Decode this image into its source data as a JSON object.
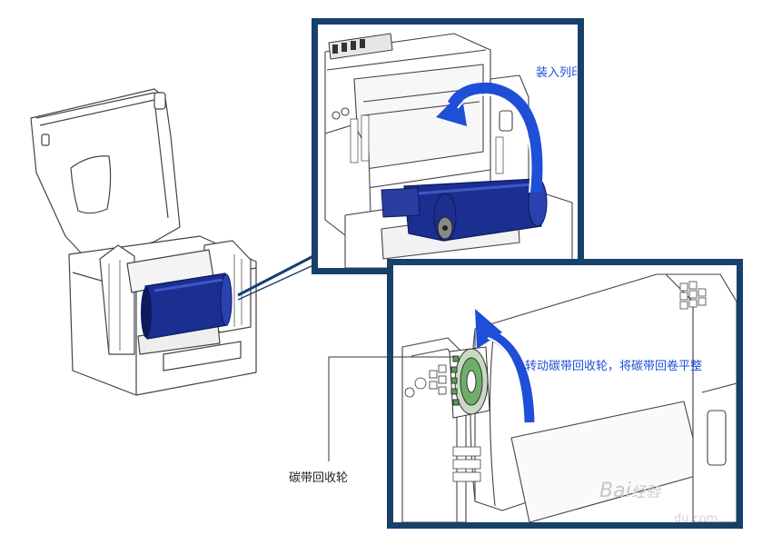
{
  "colors": {
    "frame": "#17406b",
    "arrow": "#1e4fd6",
    "ribbon": "#1a2f8f",
    "ribbon_dark": "#0d1a5e",
    "line": "#333333",
    "label_blue": "#1e4fd6"
  },
  "labels": {
    "top_instruction": "装入列印机心上方",
    "bottom_instruction": "转动碳带回收轮，将碳带回卷平整",
    "callout": "碳带回收轮"
  },
  "watermark": {
    "brand": "Bai",
    "brand_suffix": "经验",
    "domain": "du.com"
  },
  "icons": {
    "top_arrow": "curved-arrow-icon",
    "bottom_arrow": "curved-up-arrow-icon"
  }
}
